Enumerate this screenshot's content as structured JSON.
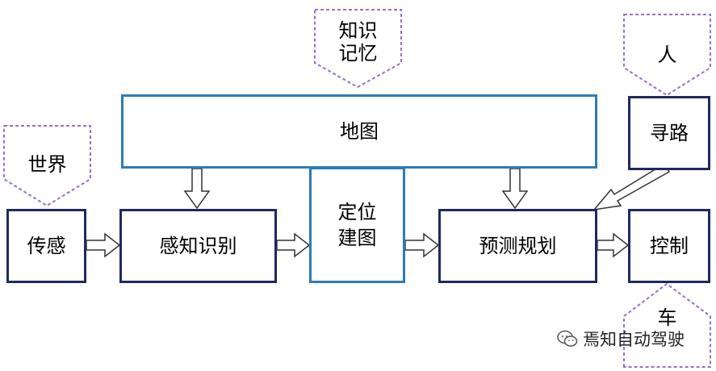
{
  "nodes": {
    "map": "地图",
    "sensing": "传感",
    "perception": "感知识别",
    "localization": "定位\n建图",
    "prediction": "预测规划",
    "routing": "寻路",
    "control": "控制"
  },
  "inputs": {
    "knowledge": "知识\n记忆",
    "world": "世界",
    "human": "人",
    "vehicle": "车"
  },
  "watermark": "焉知自动驾驶",
  "colors": {
    "navy_border": "#1f2a5e",
    "blue_border": "#2e7bb5",
    "callout_border": "#9b6fc4"
  }
}
